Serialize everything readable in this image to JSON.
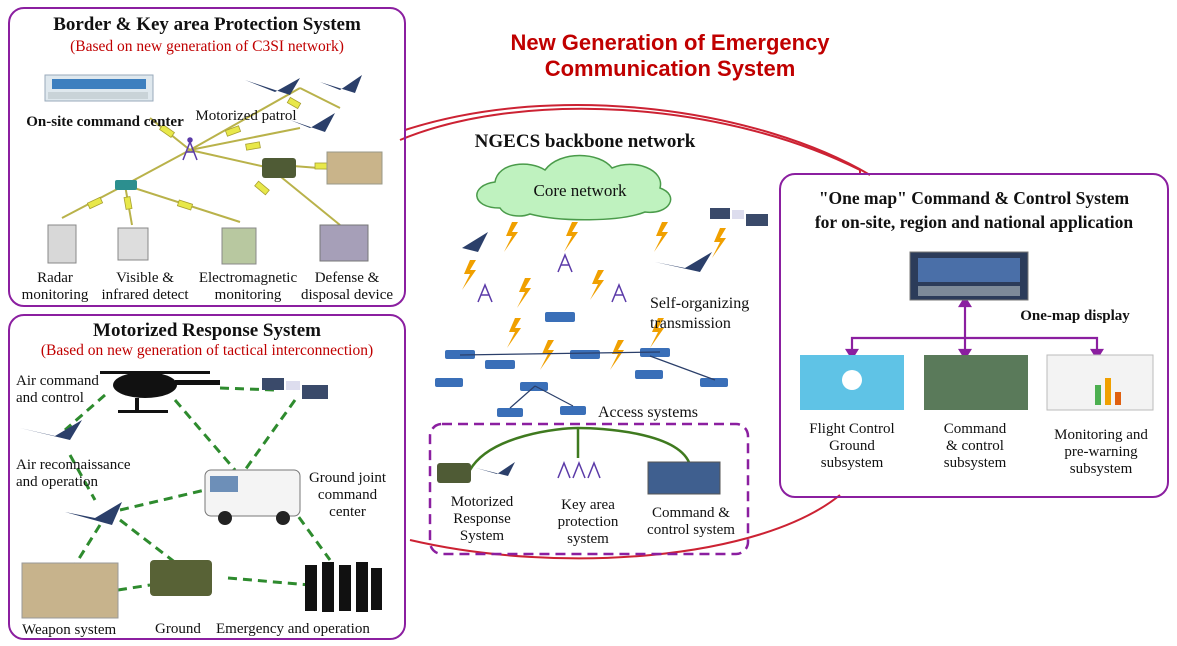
{
  "main_title": {
    "line1": "New Generation of Emergency",
    "line2": "Communication System"
  },
  "border_panel": {
    "title": "Border & Key area Protection System",
    "subtitle": "(Based on new generation of C3SI network)",
    "labels": {
      "command_center": "On-site command center",
      "motorized_patrol": "Motorized patrol",
      "radar": [
        "Radar",
        "monitoring"
      ],
      "visible": [
        "Visible &",
        "infrared detect"
      ],
      "electromagnetic": [
        "Electromagnetic",
        "monitoring"
      ],
      "defense": [
        "Defense &",
        "disposal device"
      ]
    }
  },
  "motorized_panel": {
    "title": "Motorized Response System",
    "subtitle": "(Based on new generation of tactical interconnection)",
    "labels": {
      "air_command": [
        "Air command",
        "and control"
      ],
      "air_recon": [
        "Air reconnaissance",
        "and operation"
      ],
      "ground_joint": [
        "Ground joint",
        "command",
        "center"
      ],
      "weapon": "Weapon system",
      "ground": "Ground",
      "emergency": "Emergency and operation"
    }
  },
  "backbone": {
    "title": "NGECS backbone network",
    "core": "Core network",
    "self_organizing": [
      "Self-organizing",
      "transmission"
    ],
    "access": "Access systems",
    "access_items": {
      "motorized": [
        "Motorized",
        "Response",
        "System"
      ],
      "key_area": [
        "Key area",
        "protection",
        "system"
      ],
      "command": [
        "Command &",
        "control system"
      ]
    }
  },
  "onemap_panel": {
    "title_line1": "\"One map\" Command & Control System",
    "title_line2": "for on-site, region and national application",
    "display_label": "One-map display",
    "subsystems": {
      "flight": [
        "Flight Control",
        "Ground",
        "subsystem"
      ],
      "command": [
        "Command",
        "& control",
        "subsystem"
      ],
      "monitoring": [
        "Monitoring and",
        "pre-warning",
        "subsystem"
      ]
    }
  },
  "colors": {
    "panel_border": "#8b1fa0",
    "title_red": "#c00000",
    "link_green": "#2e8b2e",
    "ellipse": "#cc2233",
    "lightning": "#f0a000"
  }
}
